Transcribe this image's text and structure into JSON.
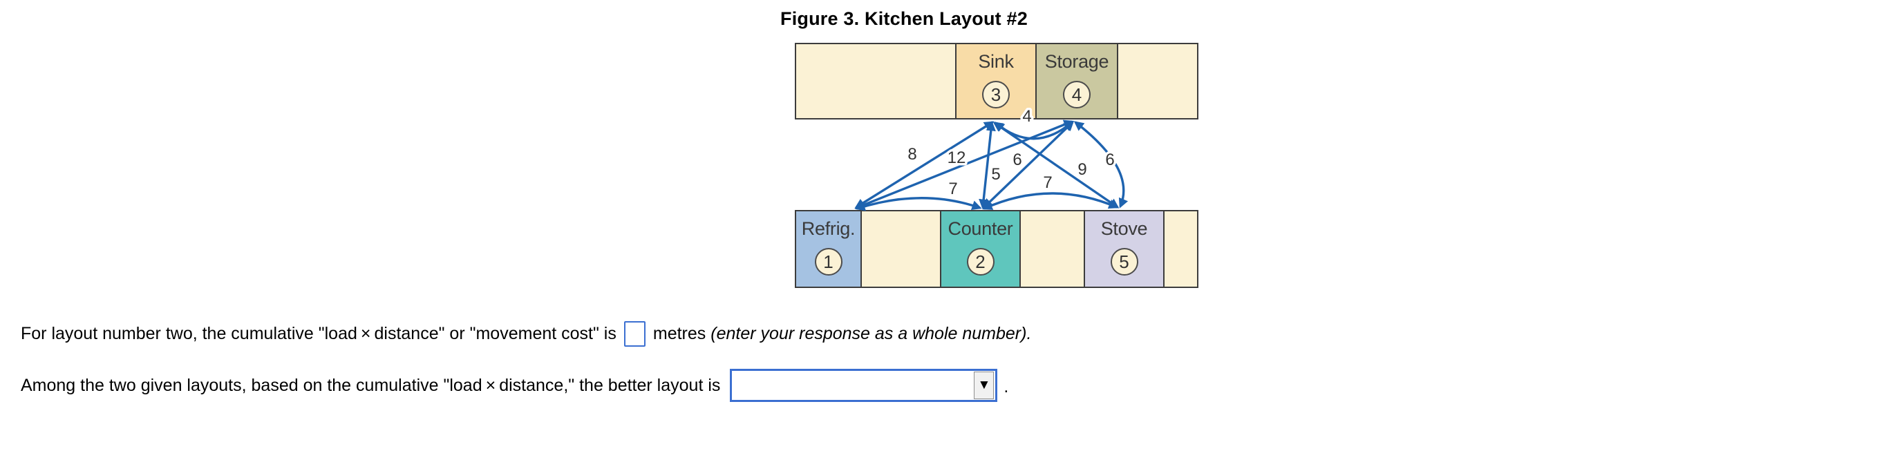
{
  "title": "Figure 3. Kitchen Layout #2",
  "figure": {
    "top_row": {
      "cells": [
        {
          "label": "",
          "number": ""
        },
        {
          "label": "Sink",
          "number": "3"
        },
        {
          "label": "Storage",
          "number": "4"
        },
        {
          "label": "",
          "number": ""
        }
      ]
    },
    "bottom_row": {
      "cells": [
        {
          "label": "Refrig.",
          "number": "1"
        },
        {
          "label": "",
          "number": ""
        },
        {
          "label": "Counter",
          "number": "2"
        },
        {
          "label": "",
          "number": ""
        },
        {
          "label": "Stove",
          "number": "5"
        },
        {
          "label": "",
          "number": ""
        }
      ]
    },
    "edges": [
      {
        "from": "Refrig (1)",
        "to": "Sink (3)",
        "label": "8"
      },
      {
        "from": "Refrig (1)",
        "to": "Storage (4)",
        "label": "12"
      },
      {
        "from": "Refrig (1)",
        "to": "Counter (2)",
        "label": "7"
      },
      {
        "from": "Sink (3)",
        "to": "Counter (2)",
        "label": "5"
      },
      {
        "from": "Storage (4)",
        "to": "Counter (2)",
        "label": "6"
      },
      {
        "from": "Sink (3)",
        "to": "Stove (5)",
        "label": "9"
      },
      {
        "from": "Counter (2)",
        "to": "Stove (5)",
        "label": "7"
      },
      {
        "from": "Storage (4)",
        "to": "Stove (5)",
        "label": "6"
      },
      {
        "from": "Sink (3)",
        "to": "Storage (4)",
        "label": "4"
      }
    ]
  },
  "questions": {
    "q1": {
      "text_before_input": "For layout number two, the cumulative \"load × distance\" or \"movement cost\" is",
      "input_value": "",
      "text_after_input": "metres",
      "instruction_italic": "(enter your response as a whole number)."
    },
    "q2": {
      "text_before_dropdown": "Among the two given layouts, based on the cumulative \"load × distance,\" the better layout is",
      "dropdown_selected_value": "",
      "dropdown_arrow": "▼",
      "text_after_dropdown": "."
    }
  },
  "colors": {
    "edge_line_blue": "#1E63AF",
    "answer_widget_border_blue": "#3B6FD1",
    "cell_cream": "#FBF2D5",
    "cell_sink": "#F8DCA7",
    "cell_storage": "#CAC8A0",
    "cell_refrig": "#A5C2E2",
    "cell_counter": "#5FC6BD",
    "cell_stove": "#D4D2E6",
    "row_border": "#3c3c3c"
  }
}
